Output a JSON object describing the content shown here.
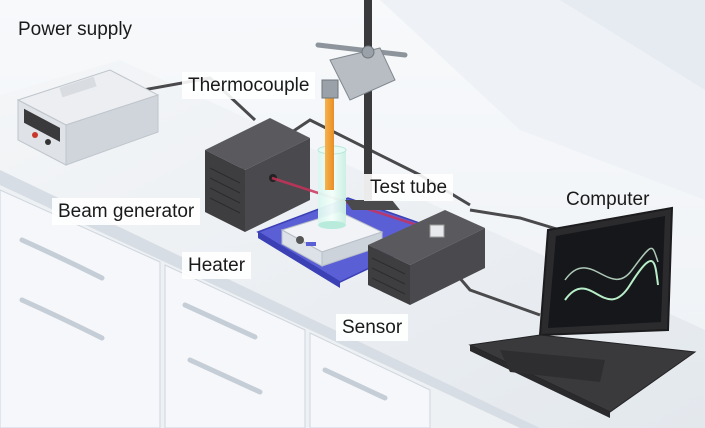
{
  "labels": {
    "power_supply": "Power supply",
    "thermocouple": "Thermocouple",
    "test_tube": "Test tube",
    "beam_generator": "Beam generator",
    "heater": "Heater",
    "computer": "Computer",
    "sensor": "Sensor"
  },
  "colors": {
    "bench": "#e9edf1",
    "cabinet": "#f3f5f8",
    "device_dark": "#3f3f41",
    "platform": "#5a5fd6",
    "beam": "#c8325a",
    "thermocouple_rod": "#f2a23a",
    "test_tube_liquid": "#bfeee0",
    "screen_curve": "#b8eec8"
  },
  "icons": {
    "power_supply": "power-supply-icon",
    "beam_generator": "beam-generator-icon",
    "sensor": "sensor-icon",
    "heater": "hotplate-icon",
    "computer": "laptop-icon",
    "test_tube": "test-tube-icon",
    "stand": "retort-stand-icon"
  }
}
